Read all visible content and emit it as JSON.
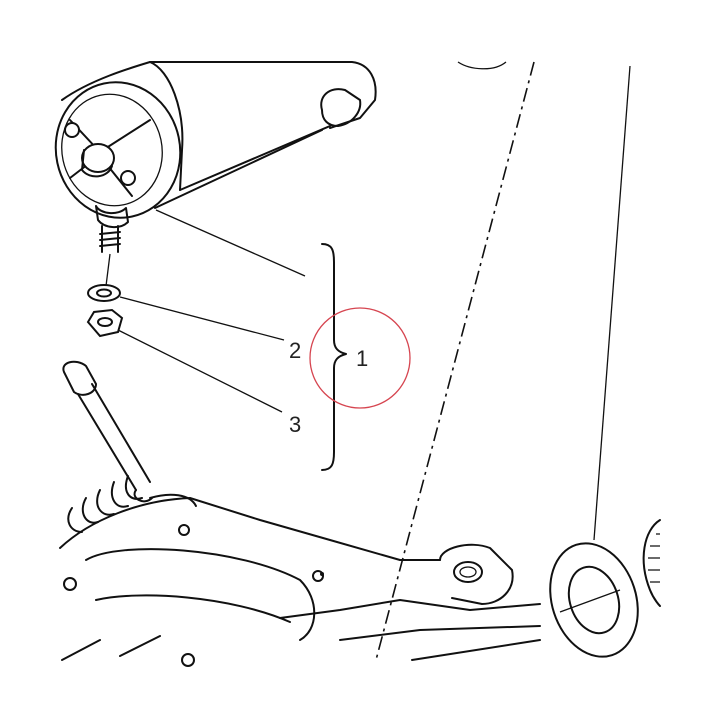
{
  "callouts": {
    "assembly": "1",
    "washer": "2",
    "nut": "3"
  },
  "colors": {
    "line": "#111111",
    "background": "#ffffff",
    "highlight_circle": "#d64550"
  }
}
